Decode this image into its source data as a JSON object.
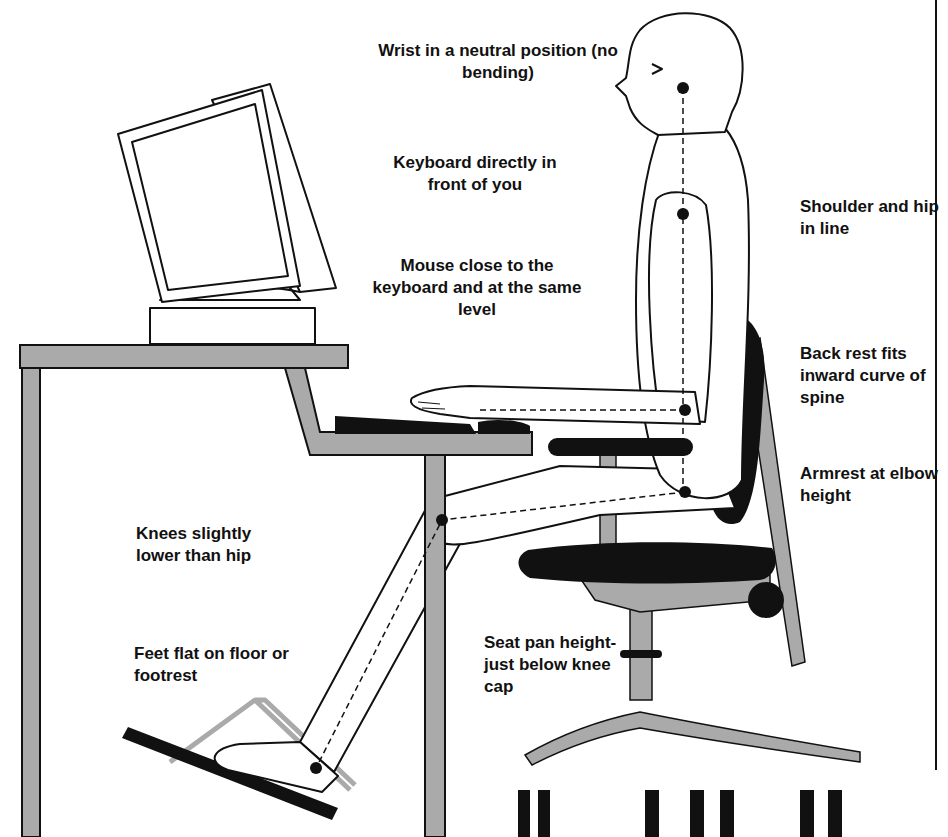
{
  "diagram": {
    "labels": [
      "Wrist in a neutral position (no bending)",
      "Keyboard directly in front of you",
      "Mouse close to the keyboard and at the same level",
      "Shoulder and hip in line",
      "Back rest fits inward curve of spine",
      "Armrest at elbow height",
      "Knees slightly lower than hip",
      "Feet flat on floor or footrest",
      "Seat pan height-just below knee cap"
    ]
  }
}
